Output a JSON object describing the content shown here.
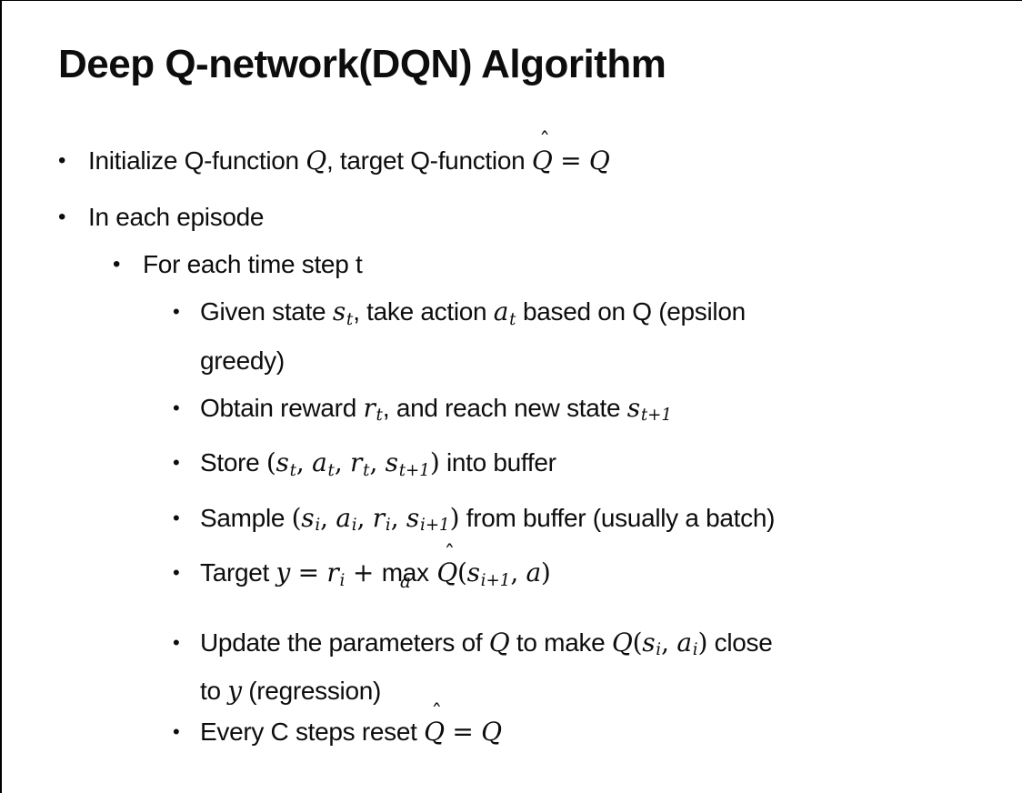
{
  "slide": {
    "title": "Deep Q-network(DQN) Algorithm",
    "glyphs": {
      "bullet": "•",
      "hat": "ˆ"
    },
    "colors": {
      "text": "#0d0d0d",
      "background": "#ffffff",
      "border": "#000000"
    },
    "bullets": [
      {
        "level": 1,
        "lines": [
          [
            {
              "t": "Initialize Q-function "
            },
            {
              "m": "Q"
            },
            {
              "t": ", target Q-function "
            },
            {
              "m": "Q",
              "accent": "hat"
            },
            {
              "r": " = "
            },
            {
              "m": "Q"
            }
          ]
        ]
      },
      {
        "level": 1,
        "lines": [
          [
            {
              "t": "In each episode"
            }
          ]
        ]
      },
      {
        "level": 2,
        "lines": [
          [
            {
              "t": "For each time step t"
            }
          ]
        ]
      },
      {
        "level": 3,
        "lines": [
          [
            {
              "t": "Given state "
            },
            {
              "m": "s",
              "sub": "t"
            },
            {
              "t": ", take action "
            },
            {
              "m": "a",
              "sub": "t"
            },
            {
              "t": " based on Q (epsilon"
            }
          ],
          [
            {
              "t": "greedy)"
            }
          ]
        ]
      },
      {
        "level": 3,
        "lines": [
          [
            {
              "t": "Obtain reward "
            },
            {
              "m": "r",
              "sub": "t"
            },
            {
              "t": ", and reach new state "
            },
            {
              "m": "s",
              "sub": "t+1"
            }
          ]
        ]
      },
      {
        "level": 3,
        "lines": [
          [
            {
              "t": "Store "
            },
            {
              "r": "("
            },
            {
              "m": "s",
              "sub": "t"
            },
            {
              "r": ", "
            },
            {
              "m": "a",
              "sub": "t"
            },
            {
              "r": ", "
            },
            {
              "m": "r",
              "sub": "t"
            },
            {
              "r": ", "
            },
            {
              "m": "s",
              "sub": "t+1"
            },
            {
              "r": ")"
            },
            {
              "t": " into buffer"
            }
          ]
        ]
      },
      {
        "level": 3,
        "lines": [
          [
            {
              "t": "Sample "
            },
            {
              "r": "("
            },
            {
              "m": "s",
              "sub": "i"
            },
            {
              "r": ", "
            },
            {
              "m": "a",
              "sub": "i"
            },
            {
              "r": ", "
            },
            {
              "m": "r",
              "sub": "i"
            },
            {
              "r": ", "
            },
            {
              "m": "s",
              "sub": "i+1"
            },
            {
              "r": ")"
            },
            {
              "t": " from buffer (usually a batch)"
            }
          ]
        ]
      },
      {
        "level": 3,
        "lines": [
          [
            {
              "t": "Target "
            },
            {
              "m": "y"
            },
            {
              "r": " = "
            },
            {
              "m": "r",
              "sub": "i"
            },
            {
              "r": " + "
            },
            {
              "op": "max",
              "under": "a"
            },
            {
              "r": " "
            },
            {
              "m": "Q",
              "accent": "hat"
            },
            {
              "r": "("
            },
            {
              "m": "s",
              "sub": "i+1"
            },
            {
              "r": ", "
            },
            {
              "m": "a"
            },
            {
              "r": ")"
            }
          ]
        ]
      },
      {
        "level": 3,
        "lines": [
          [
            {
              "t": "Update the parameters of "
            },
            {
              "m": "Q"
            },
            {
              "t": " to make "
            },
            {
              "m": "Q"
            },
            {
              "r": "("
            },
            {
              "m": "s",
              "sub": "i"
            },
            {
              "r": ", "
            },
            {
              "m": "a",
              "sub": "i"
            },
            {
              "r": ")"
            },
            {
              "t": " close"
            }
          ],
          [
            {
              "t": "to "
            },
            {
              "m": "y"
            },
            {
              "t": " (regression)"
            }
          ]
        ]
      },
      {
        "level": 3,
        "lines": [
          [
            {
              "t": "Every C steps reset "
            },
            {
              "m": "Q",
              "accent": "hat"
            },
            {
              "r": " = "
            },
            {
              "m": "Q"
            }
          ]
        ]
      }
    ]
  }
}
